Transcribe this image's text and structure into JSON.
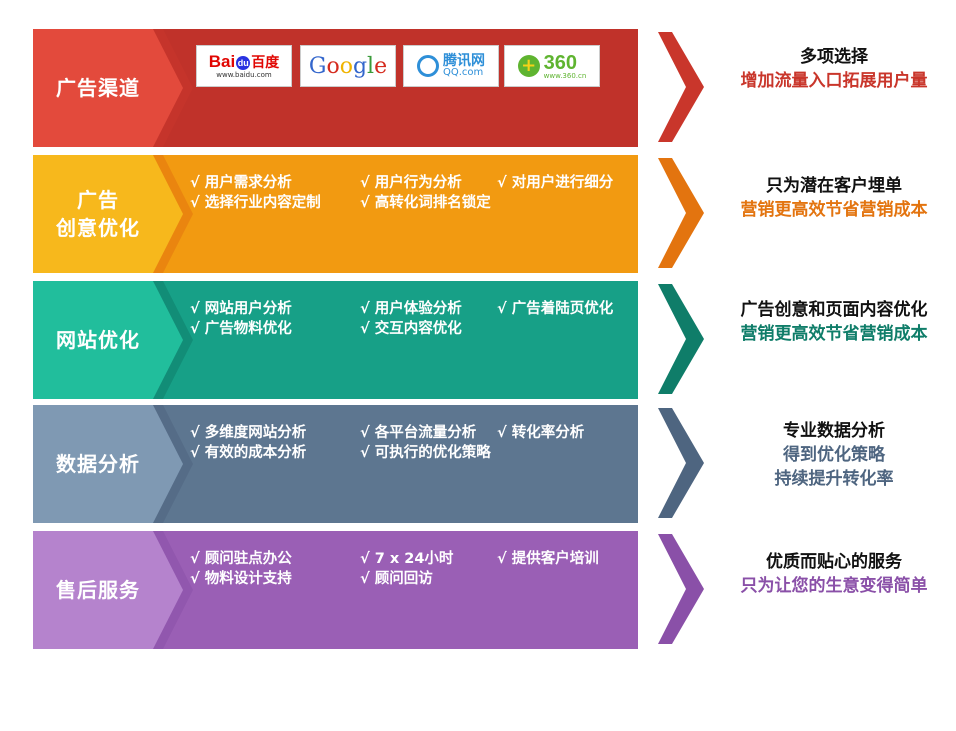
{
  "rows": [
    {
      "title_lines": [
        "广告渠道"
      ],
      "logos": [
        {
          "name": "baidu-logo",
          "text_a": "Bai",
          "text_b": "du",
          "text_c": "百度",
          "caption": "www.baidu.com"
        },
        {
          "name": "google-logo",
          "text": "Google"
        },
        {
          "name": "qq-logo",
          "text": "腾讯网",
          "caption": "QQ.com"
        },
        {
          "name": "360-logo",
          "text": "360",
          "caption": "www.360.cn"
        }
      ],
      "items": [],
      "right_lines": [
        "多项选择",
        "增加流量入口拓展用户量"
      ],
      "colors": {
        "bg": "#c0322a",
        "left": "#e34a3c",
        "accent": "#c9362b"
      }
    },
    {
      "title_lines": [
        "广告",
        "创意优化"
      ],
      "items": [
        [
          "√ 用户需求分析",
          "√ 用户行为分析",
          "√ 对用户进行细分"
        ],
        [
          "√ 选择行业内容定制",
          "√ 高转化词排名锁定",
          ""
        ]
      ],
      "right_lines": [
        "只为潜在客户埋单",
        "营销更高效节省营销成本"
      ],
      "colors": {
        "bg": "#f29a11",
        "left": "#f7b81c",
        "accent": "#e3740f"
      }
    },
    {
      "title_lines": [
        "网站优化"
      ],
      "items": [
        [
          "√ 网站用户分析",
          "√ 用户体验分析",
          "√ 广告着陆页优化"
        ],
        [
          "√ 广告物料优化",
          "√ 交互内容优化",
          ""
        ]
      ],
      "right_lines": [
        "广告创意和页面内容优化",
        "营销更高效节省营销成本"
      ],
      "colors": {
        "bg": "#17a087",
        "left": "#21be9c",
        "accent": "#0f7d69"
      }
    },
    {
      "title_lines": [
        "数据分析"
      ],
      "items": [
        [
          "√ 多维度网站分析",
          "√ 各平台流量分析",
          "√ 转化率分析"
        ],
        [
          "√ 有效的成本分析",
          "√ 可执行的优化策略",
          ""
        ]
      ],
      "right_lines": [
        "专业数据分析",
        "得到优化策略",
        "持续提升转化率"
      ],
      "colors": {
        "bg": "#5d7690",
        "left": "#7f99b3",
        "accent": "#4e6580"
      }
    },
    {
      "title_lines": [
        "售后服务"
      ],
      "items": [
        [
          "√ 顾问驻点办公",
          "√ 7 x 24小时",
          "√ 提供客户培训"
        ],
        [
          "√ 物料设计支持",
          "√ 顾问回访",
          ""
        ]
      ],
      "right_lines": [
        "优质而贴心的服务",
        "只为让您的生意变得简单"
      ],
      "colors": {
        "bg": "#9a5fb5",
        "left": "#b583cd",
        "accent": "#8a50a8"
      }
    }
  ]
}
